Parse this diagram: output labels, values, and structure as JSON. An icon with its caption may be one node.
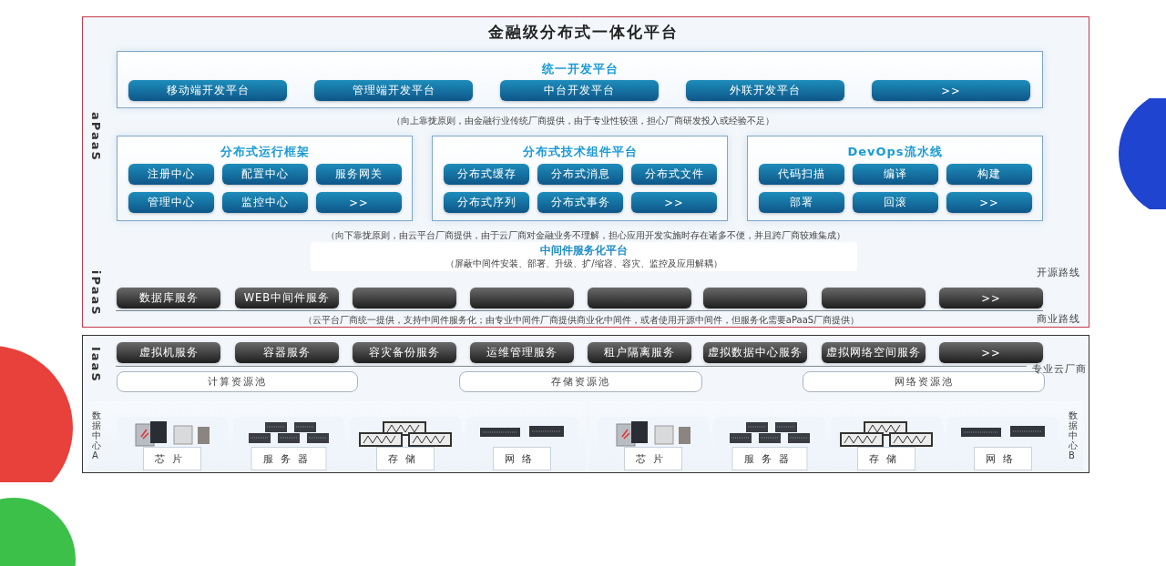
{
  "diagram": {
    "title": "金融级分布式一体化平台",
    "nodes": [
      {
        "text": [
          "aPaaS",
          "iPaaS"
        ]
      },
      {
        "text": [
          "统一开发平台"
        ],
        "in": 0
      },
      {
        "text": [
          "移动端开发平台"
        ],
        "in": 1
      },
      {
        "text": [
          "管理端开发平台"
        ],
        "in": 1
      },
      {
        "text": [
          "中台开发平台"
        ],
        "in": 1
      },
      {
        "text": [
          "外联开发平台"
        ],
        "in": 1
      },
      {
        "text": [
          ">>"
        ],
        "in": 1
      },
      {
        "text": [
          "分布式运行框架"
        ],
        "in": 0
      },
      {
        "text": [
          "注册中心"
        ],
        "in": 7
      },
      {
        "text": [
          "配置中心"
        ],
        "in": 7
      },
      {
        "text": [
          "服务网关"
        ],
        "in": 7
      },
      {
        "text": [
          "管理中心"
        ],
        "in": 7
      },
      {
        "text": [
          "监控中心"
        ],
        "in": 7
      },
      {
        "text": [
          ">>"
        ],
        "in": 7
      },
      {
        "text": [
          "分布式技术组件平台"
        ],
        "in": 0
      },
      {
        "text": [
          "分布式缓存"
        ],
        "in": 14
      },
      {
        "text": [
          "分布式消息"
        ],
        "in": 14
      },
      {
        "text": [
          "分布式文件"
        ],
        "in": 14
      },
      {
        "text": [
          "分布式序列"
        ],
        "in": 14
      },
      {
        "text": [
          "分布式事务"
        ],
        "in": 14
      },
      {
        "text": [
          ">>"
        ],
        "in": 14
      },
      {
        "text": [
          "DevOps流水线"
        ],
        "in": 0
      },
      {
        "text": [
          "代码扫描"
        ],
        "in": 21
      },
      {
        "text": [
          "编译"
        ],
        "in": 21
      },
      {
        "text": [
          "构建"
        ],
        "in": 21
      },
      {
        "text": [
          "部署"
        ],
        "in": 21
      },
      {
        "text": [
          "回滚"
        ],
        "in": 21
      },
      {
        "text": [
          ">>"
        ],
        "in": 21
      },
      {
        "text": [
          "中间件服务化平台",
          "（屏蔽中间件安装、部署、升级、扩/缩容、容灾、监控及应用解耦）"
        ],
        "in": 0
      },
      {
        "text": [
          "数据库服务"
        ],
        "in": 0
      },
      {
        "text": [
          "WEB中间件服务"
        ],
        "in": 0
      },
      {
        "text": [],
        "shape": "box",
        "in": 0
      },
      {
        "text": [],
        "shape": "box",
        "in": 0
      },
      {
        "text": [],
        "shape": "box",
        "in": 0
      },
      {
        "text": [],
        "shape": "box",
        "in": 0
      },
      {
        "text": [],
        "shape": "box",
        "in": 0
      },
      {
        "text": [
          ">>"
        ],
        "in": 0
      },
      {
        "text": [
          "IaaS"
        ]
      },
      {
        "text": [
          "虚拟机服务"
        ],
        "in": 37
      },
      {
        "text": [
          "容器服务"
        ],
        "in": 37
      },
      {
        "text": [
          "容灾备份服务"
        ],
        "in": 37
      },
      {
        "text": [
          "运维管理服务"
        ],
        "in": 37
      },
      {
        "text": [
          "租户隔离服务"
        ],
        "in": 37
      },
      {
        "text": [
          "虚拟数据中心服务"
        ],
        "in": 37
      },
      {
        "text": [
          "虚拟网络空间服务"
        ],
        "in": 37
      },
      {
        "text": [
          ">>"
        ],
        "in": 37
      },
      {
        "text": [
          "计算资源池"
        ],
        "in": 37
      },
      {
        "text": [
          "存储资源池"
        ],
        "in": 37
      },
      {
        "text": [
          "网络资源池"
        ],
        "in": 37
      },
      {
        "text": [
          "数据中心A"
        ],
        "in": 37
      },
      {
        "text": [
          "芯片"
        ],
        "in": 49
      },
      {
        "text": [
          "服务器"
        ],
        "in": 49
      },
      {
        "text": [
          "存储"
        ],
        "in": 49
      },
      {
        "text": [
          "网络"
        ],
        "in": 49
      },
      {
        "text": [
          "数据中心B"
        ],
        "in": 37
      },
      {
        "text": [
          "芯片"
        ],
        "in": 54
      },
      {
        "text": [
          "服务器"
        ],
        "in": 54
      },
      {
        "text": [
          "存储"
        ],
        "in": 54
      },
      {
        "text": [
          "网络"
        ],
        "in": 54
      }
    ],
    "labels": [
      "（向上靠拢原则，由金融行业传统厂商提供，由于专业性较强，担心厂商研发投入或经验不足）",
      "（向下靠拢原则，由云平台厂商提供，由于云厂商对金融业务不理解，担心应用开发实施时存在诸多不便，并且跨厂商较难集成）",
      "开源路线",
      "（云平台厂商统一提供，支持中间件服务化；由专业中间件厂商提供商业化中间件，或者使用开源中间件，但服务化需要aPaaS厂商提供）",
      "商业路线",
      "专业云厂商"
    ]
  }
}
